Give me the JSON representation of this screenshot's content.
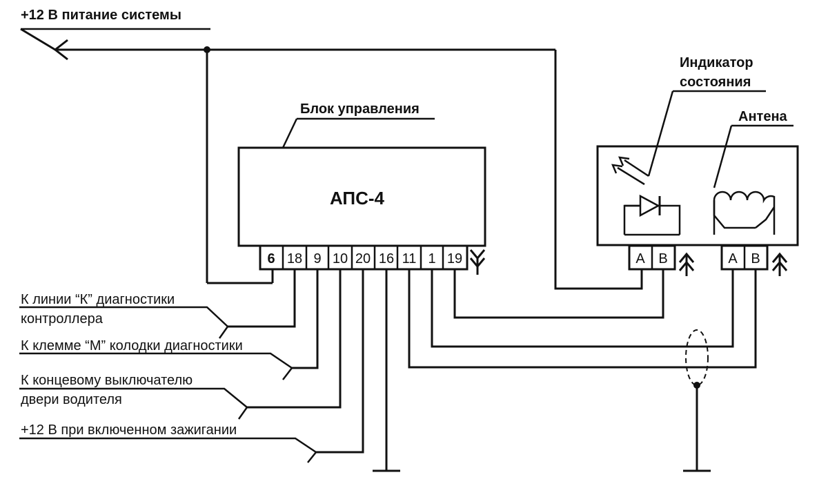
{
  "labels": {
    "power_supply": "+12 В питание системы",
    "control_unit": "Блок управления",
    "status_indicator_line1": "Индикатор",
    "status_indicator_line2": "состояния",
    "antenna": "Антена",
    "unit_name": "АПС-4",
    "k_line_line1": "К линии “К” диагностики",
    "k_line_line2": "контроллера",
    "m_terminal": "К клемме “М” колодки диагностики",
    "door_switch_line1": "К концевому выключателю",
    "door_switch_line2": "двери водителя",
    "ignition": "+12 В при включенном зажигании"
  },
  "unit_pins": [
    "6",
    "18",
    "9",
    "10",
    "20",
    "16",
    "11",
    "1",
    "19"
  ],
  "indicator_pins": [
    "A",
    "B"
  ],
  "antenna_pins": [
    "A",
    "B"
  ]
}
